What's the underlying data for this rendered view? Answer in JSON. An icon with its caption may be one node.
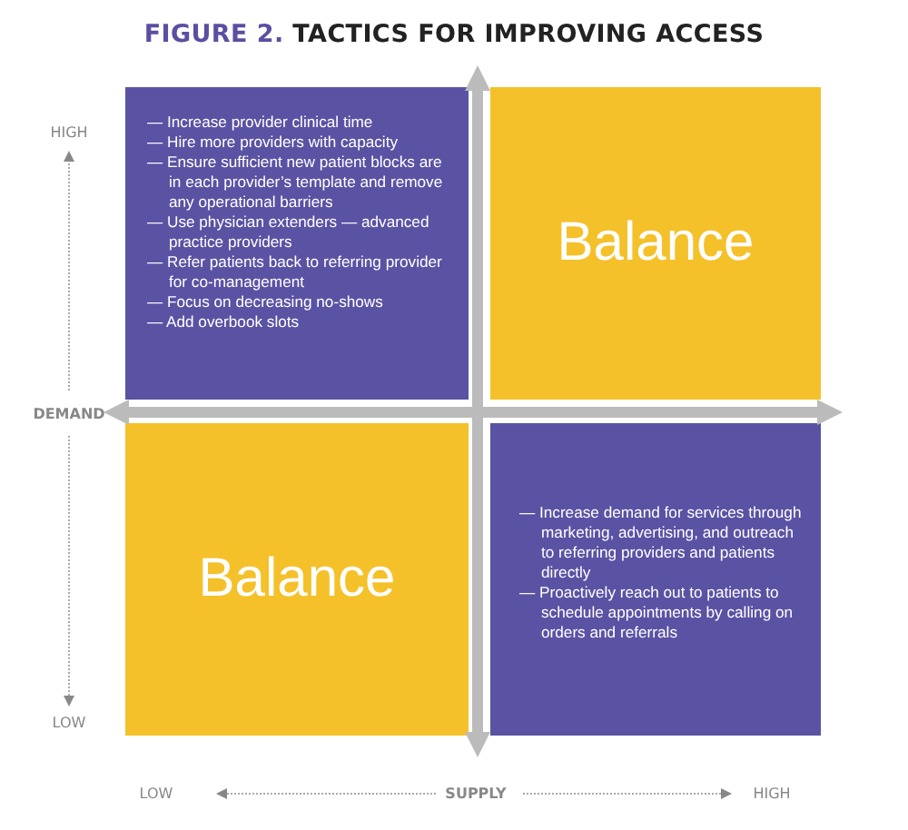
{
  "diagram": {
    "title": "FIGURE 2. TACTICS FOR IMPROVING ACCESS",
    "nodes": [
      {
        "text": [
          "— Increase provider clinical time",
          "— Hire more providers with capacity",
          "— Ensure sufficient new patient blocks are in each provider’s template and remove any operational barriers",
          "— Use physician extenders — advanced practice providers",
          "— Refer patients back to referring provider for co-management",
          "— Focus on decreasing no-shows",
          "— Add overbook slots"
        ]
      },
      {
        "text": [
          "Balance"
        ]
      },
      {
        "text": [
          "Balance"
        ]
      },
      {
        "text": [
          "— Increase demand for services through marketing, advertising, and outreach to referring providers and patients directly",
          "— Proactively reach out to patients to schedule appointments by calling on orders and referrals"
        ]
      }
    ],
    "labels": [
      "HIGH",
      "DEMAND",
      "LOW",
      "LOW",
      "SUPPLY",
      "HIGH"
    ]
  }
}
